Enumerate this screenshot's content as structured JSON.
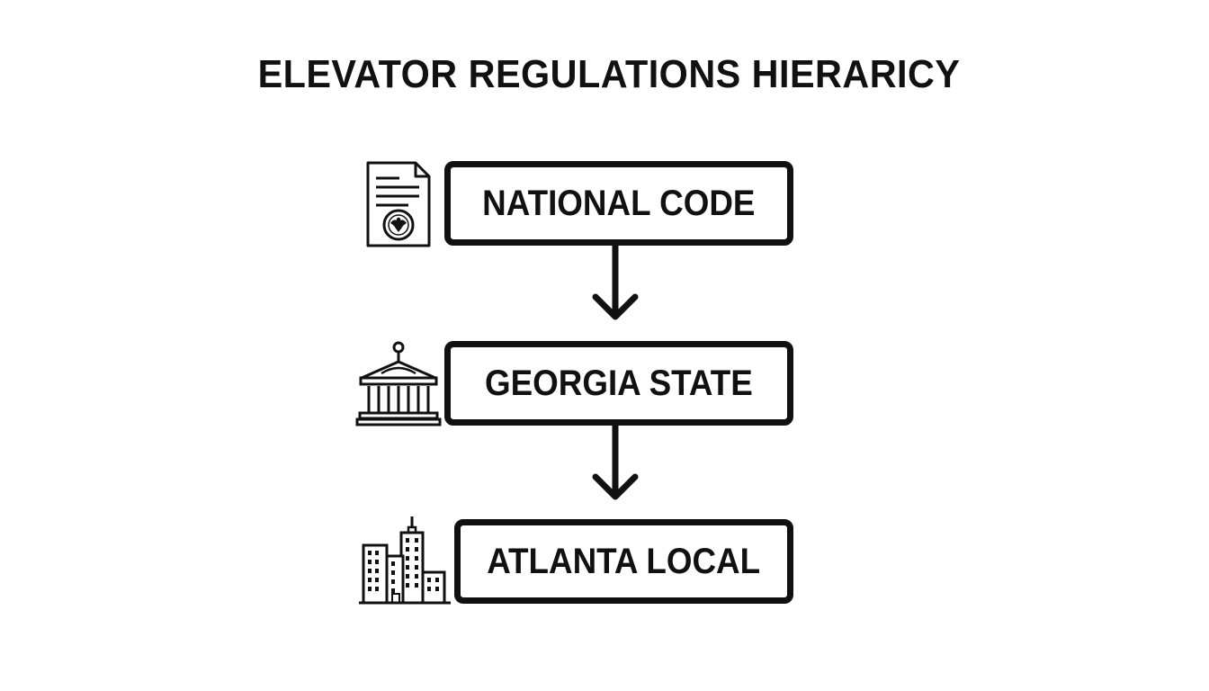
{
  "title": "ELEVATOR REGULATIONS HIERARICY",
  "levels": [
    {
      "label": "NATIONAL CODE",
      "icon": "document-seal-icon"
    },
    {
      "label": "GEORGIA STATE",
      "icon": "capitol-building-icon"
    },
    {
      "label": "ATLANTA LOCAL",
      "icon": "city-skyline-icon"
    }
  ],
  "colors": {
    "ink": "#111111",
    "background": "#ffffff"
  }
}
